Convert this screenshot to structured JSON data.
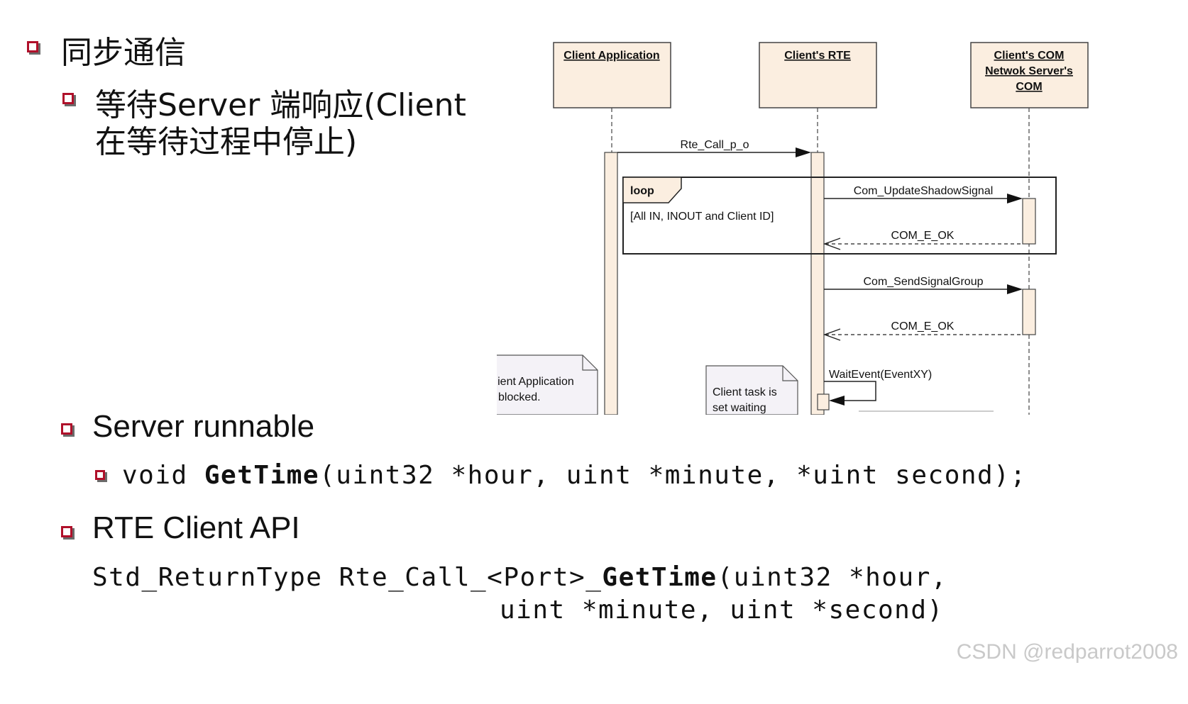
{
  "sections": {
    "sync": {
      "title": "同步通信",
      "wait_line1": "等待Server 端响应(Client",
      "wait_line2": "在等待过程中停止)"
    },
    "server": {
      "title": "Server runnable",
      "code_pre": "void ",
      "code_bold": "GetTime",
      "code_post": "(uint32 *hour, uint *minute, *uint second);"
    },
    "client_api": {
      "title": "RTE Client API",
      "line1_pre": "Std_ReturnType Rte_Call_<Port>_",
      "line1_bold": "GetTime",
      "line1_post": "(uint32 *hour,",
      "line2": "uint *minute, uint *second)"
    }
  },
  "diagram": {
    "lifelines": {
      "client_app": "Client Application",
      "rte": "Client's RTE",
      "com_line1": "Client's COM",
      "com_line2": "Netwok Server's",
      "com_line3": "COM"
    },
    "messages": {
      "rte_call": "Rte_Call_p_o",
      "update_shadow": "Com_UpdateShadowSignal",
      "com_e_ok_1": "COM_E_OK",
      "send_group": "Com_SendSignalGroup",
      "com_e_ok_2": "COM_E_OK",
      "wait_event": "WaitEvent(EventXY)"
    },
    "loop": {
      "label": "loop",
      "guard": "[All IN, INOUT and Client ID]"
    },
    "notes": {
      "blocked_line1": "Client Application",
      "blocked_line2": "is blocked.",
      "waiting_line1": "Client task is",
      "waiting_line2": "set waiting"
    }
  },
  "watermark": "CSDN @redparrot2008",
  "colors": {
    "bullet": "#b0102a",
    "lifeline_box": "#fbeee0",
    "activation": "#fbeee0"
  }
}
